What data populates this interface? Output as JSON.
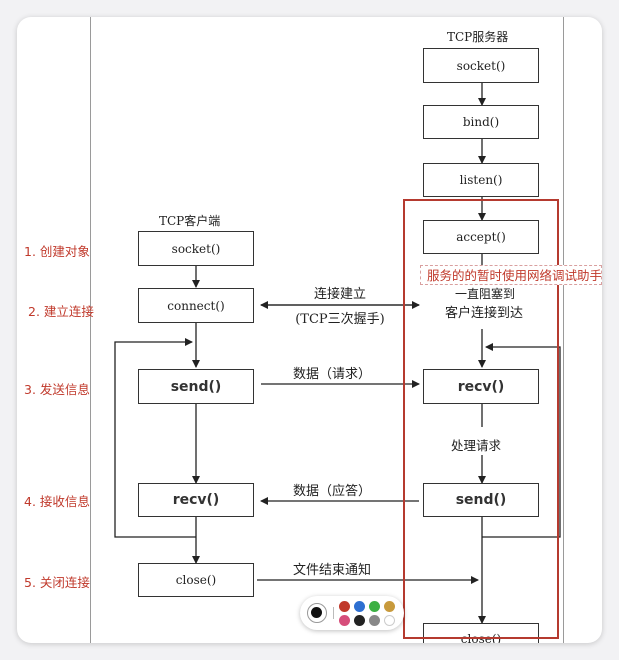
{
  "diagram": {
    "server_title": "TCP服务器",
    "client_title": "TCP客户端",
    "server": {
      "socket": "socket()",
      "bind": "bind()",
      "listen": "listen()",
      "accept": "accept()",
      "block_line1": "一直阻塞到",
      "block_line2": "客户连接到达",
      "recv": "recv()",
      "process": "处理请求",
      "send": "send()",
      "close": "close()"
    },
    "client": {
      "socket": "socket()",
      "connect": "connect()",
      "send": "send()",
      "recv": "recv()",
      "close": "close()"
    },
    "arrows": {
      "connect_line1": "连接建立",
      "connect_line2": "(TCP三次握手)",
      "request": "数据（请求）",
      "reply": "数据（应答）",
      "eof": "文件结束通知"
    }
  },
  "steps": [
    "1. 创建对象",
    "2. 建立连接",
    "3. 发送信息",
    "4. 接收信息",
    "5. 关闭连接"
  ],
  "annotation": "服务的的暂时使用网络调试助手",
  "palette": {
    "selected": "#111111",
    "colors": [
      "#c0392b",
      "#2d6fd1",
      "#3cb043",
      "#c89a3c",
      "#d64d7a",
      "#222222",
      "#888888",
      "#ffffff"
    ]
  }
}
